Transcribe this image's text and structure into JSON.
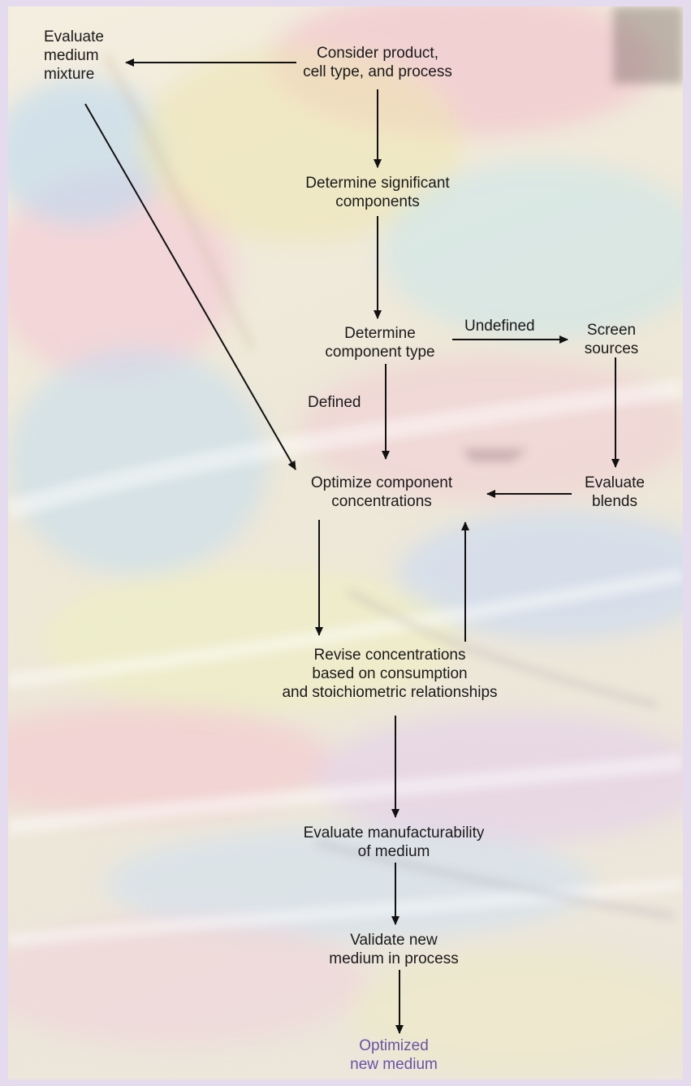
{
  "nodes": {
    "evaluate_mixture": [
      "Evaluate",
      "medium",
      "mixture"
    ],
    "consider": [
      "Consider product,",
      "cell type, and process"
    ],
    "significant": [
      "Determine significant",
      "components"
    ],
    "component_type": [
      "Determine",
      "component type"
    ],
    "screen": [
      "Screen",
      "sources"
    ],
    "optimize": [
      "Optimize component",
      "concentrations"
    ],
    "evaluate_blends": [
      "Evaluate",
      "blends"
    ],
    "revise": [
      "Revise concentrations",
      "based on consumption",
      "and stoichiometric relationships"
    ],
    "manufacturability": [
      "Evaluate manufacturability",
      "of medium"
    ],
    "validate": [
      "Validate new",
      "medium in process"
    ],
    "final": [
      "Optimized",
      "new medium"
    ]
  },
  "edge_labels": {
    "undefined": "Undefined",
    "defined": "Defined"
  },
  "colors": {
    "text": "#1a1a1a",
    "final_text": "#6a52a8",
    "border": "#e4dcee",
    "arrow": "#111111"
  }
}
